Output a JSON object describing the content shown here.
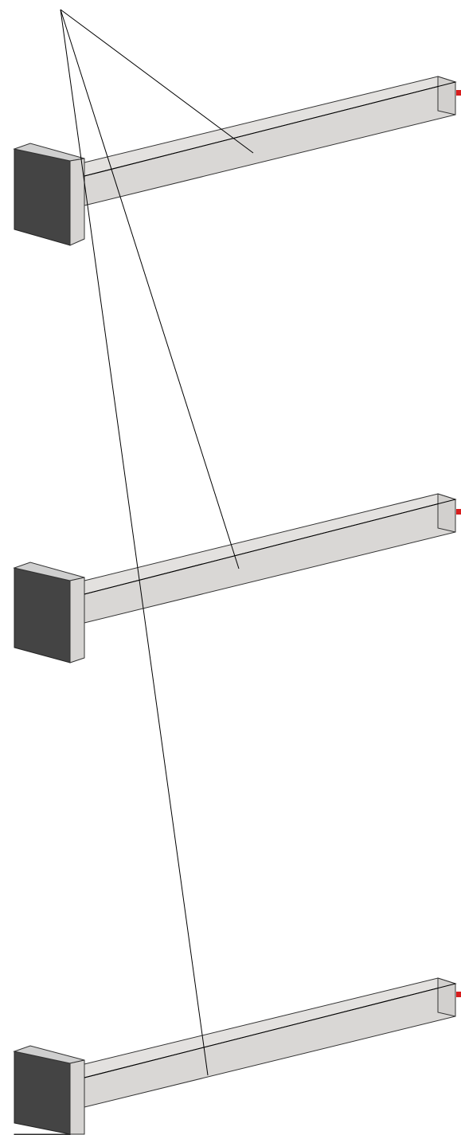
{
  "diagram": {
    "arms": [
      {
        "id": "arm-1"
      },
      {
        "id": "arm-2"
      },
      {
        "id": "arm-3"
      }
    ],
    "colors": {
      "background": "#ffffff",
      "plate_face": "#444444",
      "beam_face": "#e3e1df",
      "end_marker": "#d81e1e",
      "leader_line": "#000000"
    }
  }
}
